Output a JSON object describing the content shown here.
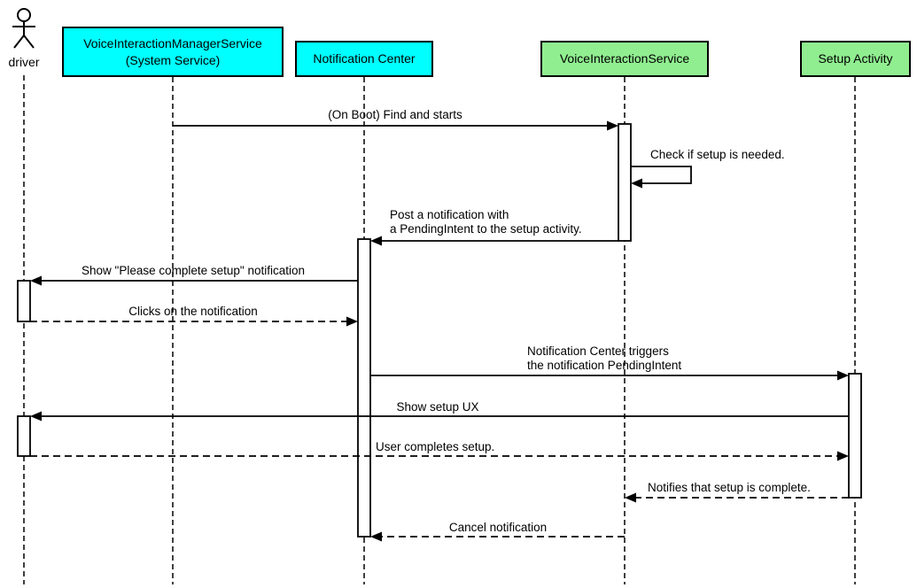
{
  "actor": {
    "label": "driver"
  },
  "participants": {
    "vims": {
      "line1": "VoiceInteractionManagerService",
      "line2": "(System Service)",
      "fill": "#00ffff"
    },
    "notification_center": {
      "label": "Notification Center",
      "fill": "#00ffff"
    },
    "voice_interaction_service": {
      "label": "VoiceInteractionService",
      "fill": "#90ee90"
    },
    "setup_activity": {
      "label": "Setup Activity",
      "fill": "#90ee90"
    }
  },
  "messages": {
    "on_boot": {
      "label": "(On Boot) Find and starts",
      "from": "VoiceInteractionManagerService (System Service)",
      "to": "VoiceInteractionService",
      "style": "solid"
    },
    "check_setup": {
      "label": "Check if setup is needed.",
      "from": "VoiceInteractionService",
      "to": "VoiceInteractionService",
      "style": "solid"
    },
    "post_notification": {
      "line1": "Post a notification with",
      "line2": "a PendingIntent to the setup activity.",
      "from": "VoiceInteractionService",
      "to": "Notification Center",
      "style": "solid"
    },
    "show_notification": {
      "label": "Show \"Please complete setup\" notification",
      "from": "Notification Center",
      "to": "driver",
      "style": "solid"
    },
    "click_notification": {
      "label": "Clicks on the notification",
      "from": "driver",
      "to": "Notification Center",
      "style": "dashed"
    },
    "trigger_pendingintent": {
      "line1": "Notification Center triggers",
      "line2": "the notification PendingIntent",
      "from": "Notification Center",
      "to": "Setup Activity",
      "style": "solid"
    },
    "show_setup_ux": {
      "label": "Show setup UX",
      "from": "Setup Activity",
      "to": "driver",
      "style": "solid"
    },
    "user_completes": {
      "label": "User completes setup.",
      "from": "driver",
      "to": "Setup Activity",
      "style": "dashed"
    },
    "setup_complete": {
      "label": "Notifies that setup is complete.",
      "from": "Setup Activity",
      "to": "VoiceInteractionService",
      "style": "dashed"
    },
    "cancel_notification": {
      "label": "Cancel notification",
      "from": "VoiceInteractionService",
      "to": "Notification Center",
      "style": "dashed"
    }
  },
  "colors": {
    "cyan": "#00ffff",
    "green": "#90ee90",
    "line": "#000000",
    "background": "#ffffff"
  }
}
